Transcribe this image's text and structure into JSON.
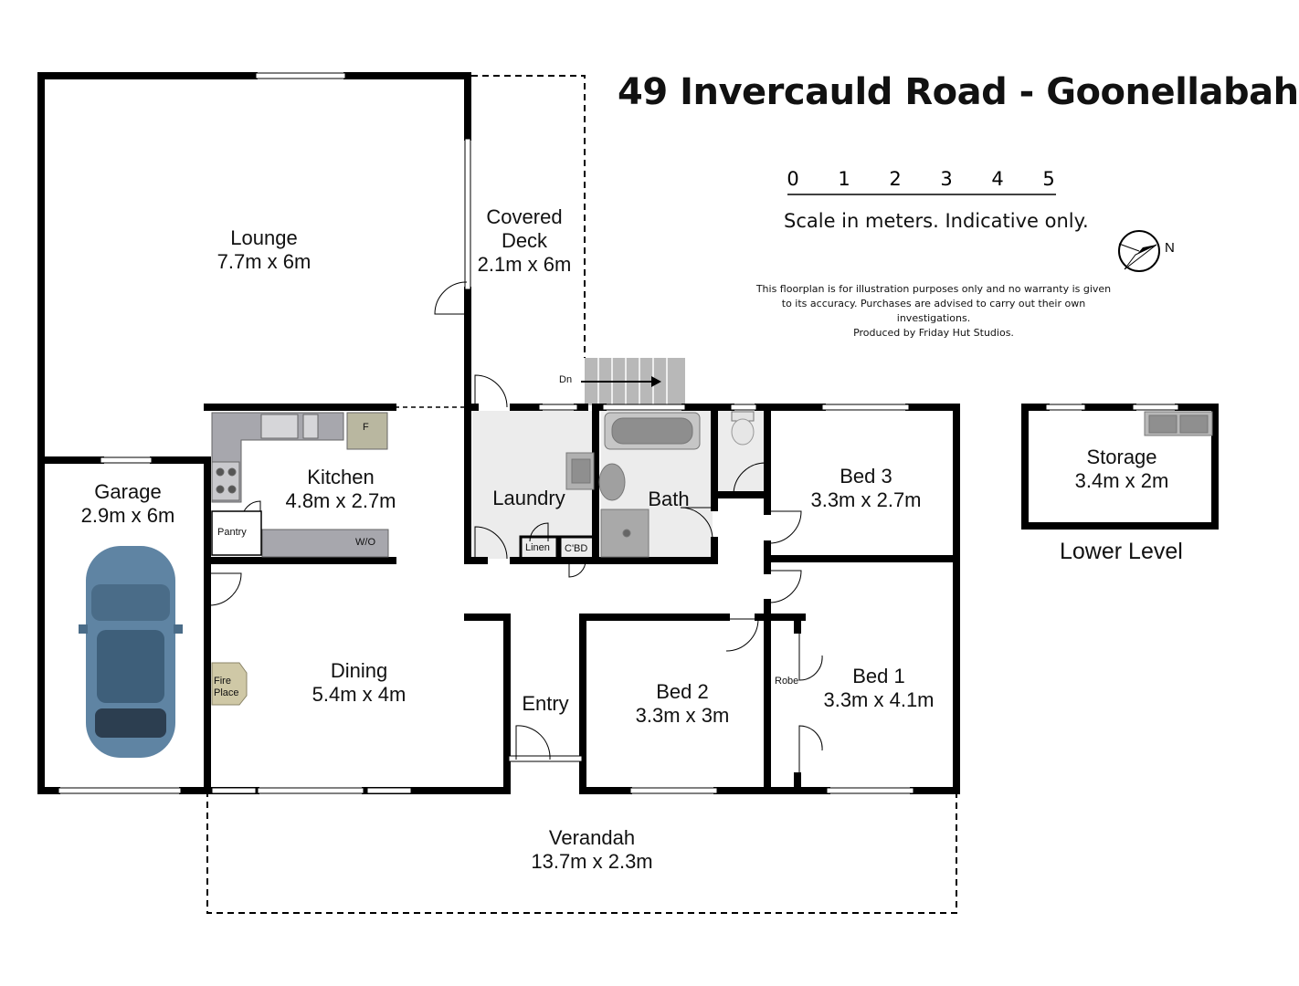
{
  "title": "49 Invercauld Road - Goonellabah",
  "scale": {
    "ticks": [
      "0",
      "1",
      "2",
      "3",
      "4",
      "5"
    ],
    "caption": "Scale in meters. Indicative only."
  },
  "compass": {
    "north_label": "N"
  },
  "disclaimer": [
    "This floorplan is for illustration purposes only and no warranty is given",
    "to its accuracy. Purchases are advised to carry out their own investigations.",
    "Produced by Friday Hut Studios."
  ],
  "rooms": {
    "lounge": {
      "name": "Lounge",
      "size": "7.7m x 6m"
    },
    "covered_deck": {
      "name": "Covered Deck",
      "size": "2.1m x 6m"
    },
    "garage": {
      "name": "Garage",
      "size": "2.9m x 6m"
    },
    "kitchen": {
      "name": "Kitchen",
      "size": "4.8m x 2.7m"
    },
    "laundry": {
      "name": "Laundry"
    },
    "bath": {
      "name": "Bath"
    },
    "bed3": {
      "name": "Bed 3",
      "size": "3.3m x 2.7m"
    },
    "storage": {
      "name": "Storage",
      "size": "3.4m x 2m"
    },
    "dining": {
      "name": "Dining",
      "size": "5.4m x 4m"
    },
    "entry": {
      "name": "Entry"
    },
    "bed2": {
      "name": "Bed 2",
      "size": "3.3m x 3m"
    },
    "bed1": {
      "name": "Bed 1",
      "size": "3.3m x 4.1m"
    },
    "verandah": {
      "name": "Verandah",
      "size": "13.7m x 2.3m"
    }
  },
  "fixtures": {
    "pantry": "Pantry",
    "fridge": "F",
    "walk_in": "W/O",
    "linen": "Linen",
    "cupboard": "C'BD",
    "robe": "Robe",
    "fireplace_line1": "Fire",
    "fireplace_line2": "Place",
    "stairs": "Dn"
  },
  "level_label": "Lower Level",
  "colors": {
    "wall": "#000000",
    "fixture": "#a7a7ad",
    "laundry_floor": "#ececec",
    "car": "#5f84a3"
  }
}
